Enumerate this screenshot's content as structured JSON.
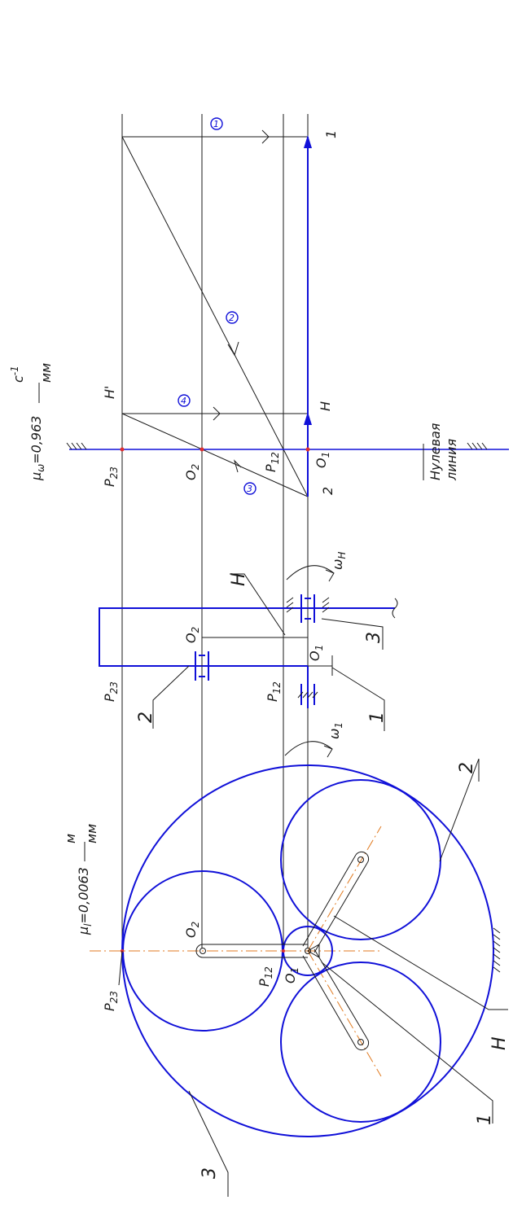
{
  "scales": {
    "mu_l": "μ",
    "mu_l_sub": "l",
    "mu_l_value": "=0,0063",
    "mu_l_unit_num": "м",
    "mu_l_unit_den": "мм",
    "mu_w": "μ",
    "mu_w_sub": "ω",
    "mu_w_value": "=0,963",
    "mu_w_unit": "с",
    "mu_w_exp": "-1",
    "mu_w_unit_den": "мм"
  },
  "velocity_plot": {
    "line_1_end": "1",
    "point_H": "H",
    "point_H_prime": "H'",
    "point_2": "2",
    "p12": "P",
    "p12_sub": "12",
    "p23": "P",
    "p23_sub": "23",
    "o1": "O",
    "o1_sub": "1",
    "o2": "O",
    "o2_sub": "2",
    "zero_line_1": "Нулевая",
    "zero_line_2": "линия",
    "marker_1": "1",
    "marker_2": "2",
    "marker_3": "3",
    "marker_4": "4"
  },
  "kinematic_scheme": {
    "link_H": "H",
    "link_2": "2",
    "link_1": "1",
    "link_3": "3",
    "o1": "O",
    "o1_sub": "1",
    "o2": "O",
    "o2_sub": "2",
    "p12": "P",
    "p12_sub": "12",
    "p23": "P",
    "p23_sub": "23",
    "omega_1": "ω",
    "omega_1_sub": "1",
    "omega_H": "ω",
    "omega_H_sub": "H"
  },
  "planetary_view": {
    "link_2": "2",
    "link_1": "1",
    "link_3": "3",
    "link_H": "H",
    "o2": "O",
    "o2_sub": "2",
    "o1": "O",
    "o1_sub": "1",
    "p12": "P",
    "p12_sub": "12",
    "p23": "P",
    "p23_sub": "23"
  },
  "colors": {
    "line_black": "#1a1a1a",
    "gear_blue": "#1010d8",
    "axis_orange": "#e07a20",
    "pole_red": "#e03030"
  }
}
